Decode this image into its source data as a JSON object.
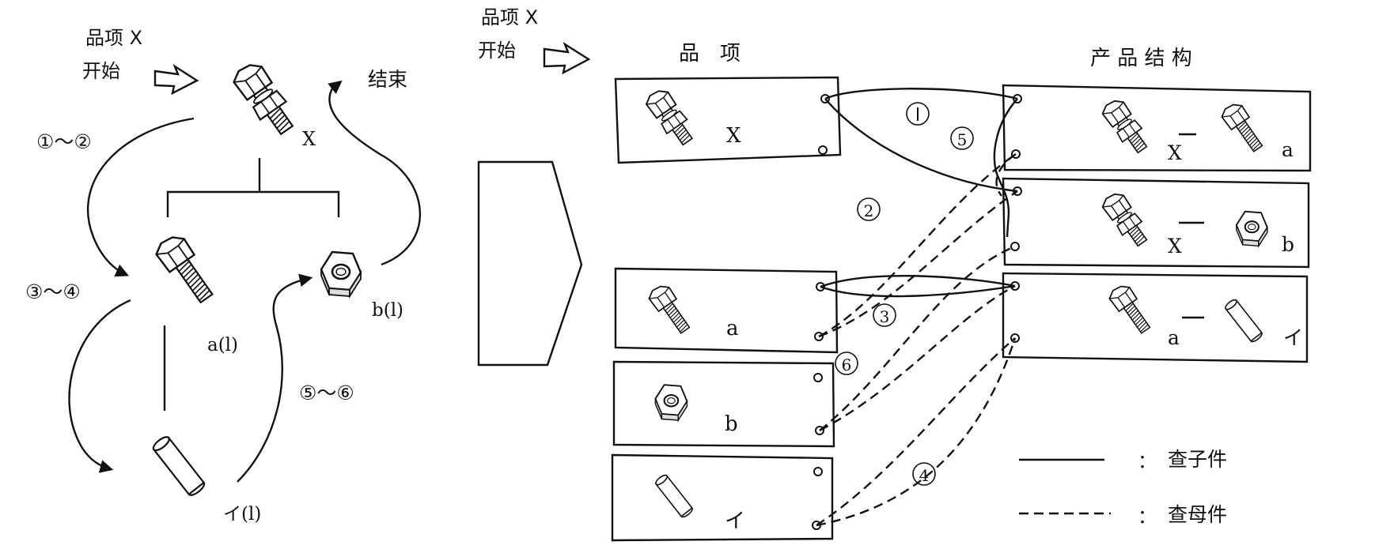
{
  "left": {
    "item_x_label": "品项 X",
    "start_label": "开始",
    "end_label": "结束",
    "step_1_2": "①～②",
    "step_3_4": "③～④",
    "step_5_6": "⑤～⑥",
    "x_label": "X",
    "a_label": "a(l)",
    "b_label": "b(l)",
    "i_label": "イ(l)"
  },
  "right": {
    "item_x_label": "品项 X",
    "start_label": "开始",
    "items_header": "品　项",
    "structure_header": "产 品 结 构",
    "item_cards": [
      {
        "label": "X"
      },
      {
        "label": "a"
      },
      {
        "label": "b"
      },
      {
        "label": "イ"
      }
    ],
    "structure_cards": [
      {
        "parent": "X",
        "child": "a"
      },
      {
        "parent": "X",
        "child": "b"
      },
      {
        "parent": "a",
        "child": "イ"
      }
    ],
    "step_labels": [
      "①",
      "②",
      "③",
      "④",
      "⑤",
      "⑥"
    ]
  },
  "legend": {
    "solid_desc": "查子件",
    "dashed_desc": "查母件",
    "colon": "："
  }
}
